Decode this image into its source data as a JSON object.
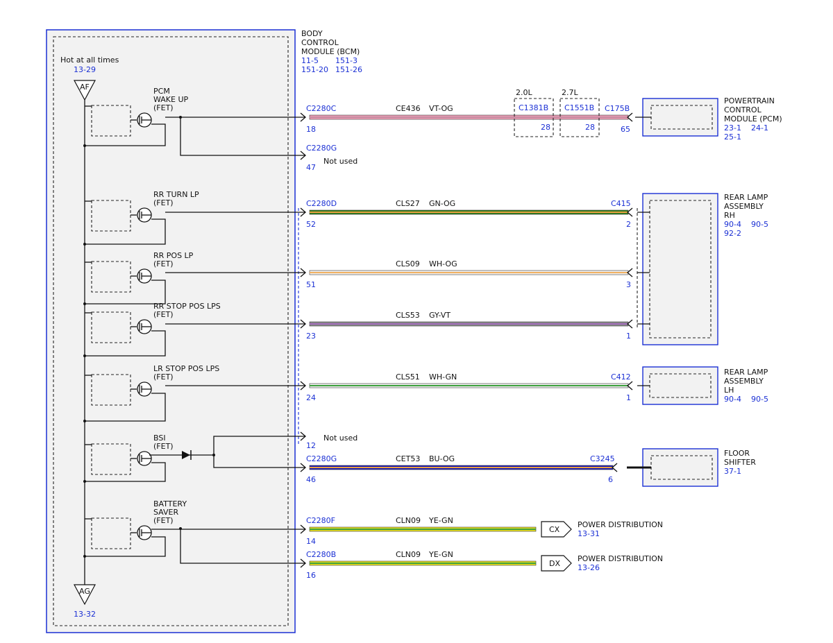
{
  "colors": {
    "blue_text": "#1a2fd4",
    "module_border": "#1a2fd4",
    "module_fill": "#f2f2f2",
    "wire_ce436": [
      "#f0a0b8",
      "#c58aa0"
    ],
    "wire_cls27": [
      "#2f7d1f",
      "#e8a040"
    ],
    "wire_cls09": [
      "#f4f4f4",
      "#f0b060"
    ],
    "wire_cls53": [
      "#8c8c8c",
      "#a06ab8"
    ],
    "wire_cls51": [
      "#f4f4f4",
      "#3da03d"
    ],
    "wire_cet53": [
      "#1a1ab8",
      "#e8a040"
    ],
    "wire_cln09": [
      "#e8e020",
      "#3da03d"
    ]
  },
  "bcm": {
    "title_lines": [
      "BODY",
      "CONTROL",
      "MODULE (BCM)"
    ],
    "refs_row1": [
      "11-5",
      "151-3"
    ],
    "refs_row2": [
      "151-20",
      "151-26"
    ],
    "hot_label": "Hot at all times",
    "hot_ref": "13-29",
    "top_tag": "AF",
    "bottom_tag": "AG",
    "bottom_ref": "13-32"
  },
  "fets": [
    {
      "lines": [
        "PCM",
        "WAKE UP",
        "(FET)"
      ]
    },
    {
      "lines": [
        "RR TURN LP",
        "(FET)"
      ]
    },
    {
      "lines": [
        "RR POS LP",
        "(FET)"
      ]
    },
    {
      "lines": [
        "RR STOP POS LPS",
        "(FET)"
      ]
    },
    {
      "lines": [
        "LR STOP POS LPS",
        "(FET)"
      ]
    },
    {
      "lines": [
        "BSI",
        "(FET)"
      ]
    },
    {
      "lines": [
        "BATTERY",
        "SAVER",
        "(FET)"
      ]
    }
  ],
  "circuits": [
    {
      "connector": "C2280C",
      "pin": "18",
      "circuit": "CE436",
      "color": "VT-OG",
      "end_connector": "C175B",
      "end_pin": "65"
    },
    {
      "connector": "C2280G",
      "pin": "47",
      "note": "Not used"
    },
    {
      "connector": "C2280D",
      "pin": "52",
      "circuit": "CLS27",
      "color": "GN-OG",
      "end_connector": "C415",
      "end_pin": "2"
    },
    {
      "pin": "51",
      "circuit": "CLS09",
      "color": "WH-OG",
      "end_pin": "3"
    },
    {
      "pin": "23",
      "circuit": "CLS53",
      "color": "GY-VT",
      "end_pin": "1"
    },
    {
      "pin": "24",
      "circuit": "CLS51",
      "color": "WH-GN",
      "end_connector": "C412",
      "end_pin": "1"
    },
    {
      "pin": "12",
      "note": "Not used"
    },
    {
      "connector": "C2280G",
      "pin": "46",
      "circuit": "CET53",
      "color": "BU-OG",
      "end_connector": "C3245",
      "end_pin": "6"
    },
    {
      "connector": "C2280F",
      "pin": "14",
      "circuit": "CLN09",
      "color": "YE-GN",
      "tag": "CX",
      "dest": "POWER DISTRIBUTION",
      "dest_ref": "13-31"
    },
    {
      "connector": "C2280B",
      "pin": "16",
      "circuit": "CLN09",
      "color": "YE-GN",
      "tag": "DX",
      "dest": "POWER DISTRIBUTION",
      "dest_ref": "13-26"
    }
  ],
  "inline_connectors": [
    {
      "engine": "2.0L",
      "connector": "C1381B",
      "pin": "28"
    },
    {
      "engine": "2.7L",
      "connector": "C1551B",
      "pin": "28"
    }
  ],
  "components": {
    "pcm": {
      "lines": [
        "POWERTRAIN",
        "CONTROL",
        "MODULE (PCM)"
      ],
      "refs_row1": [
        "23-1",
        "24-1"
      ],
      "refs_row2": [
        "25-1"
      ]
    },
    "rear_rh": {
      "lines": [
        "REAR LAMP",
        "ASSEMBLY",
        "RH"
      ],
      "refs_row1": [
        "90-4",
        "90-5"
      ],
      "refs_row2": [
        "92-2"
      ]
    },
    "rear_lh": {
      "lines": [
        "REAR LAMP",
        "ASSEMBLY",
        "LH"
      ],
      "refs_row1": [
        "90-4",
        "90-5"
      ]
    },
    "shifter": {
      "lines": [
        "FLOOR",
        "SHIFTER"
      ],
      "refs_row1": [
        "37-1"
      ]
    }
  }
}
